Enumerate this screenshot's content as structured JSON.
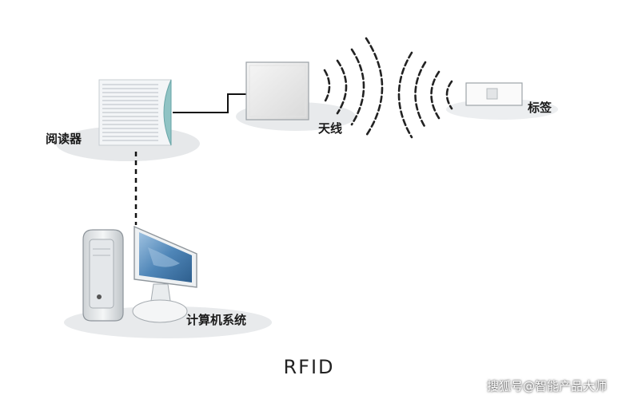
{
  "labels": {
    "reader": "阅读器",
    "antenna": "天线",
    "tag": "标签",
    "computer": "计算机系统"
  },
  "caption": "RFID",
  "watermark": "搜狐号@智能产品大师",
  "colors": {
    "shadow": "#e6e8ea",
    "reader_face": "#f2f4f6",
    "reader_cap": "#8fc3c4",
    "wave": "#222222",
    "screen": "#4a7fb0"
  }
}
